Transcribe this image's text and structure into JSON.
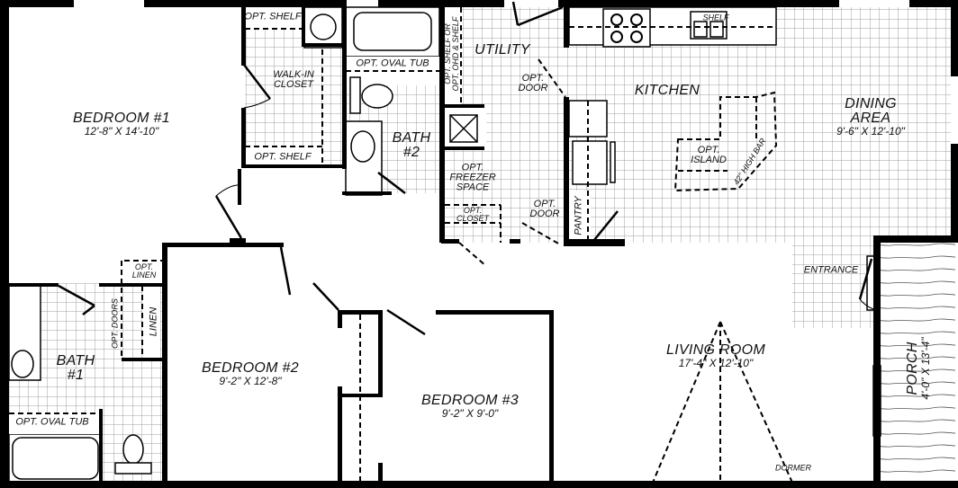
{
  "floor_plan": {
    "colors": {
      "wall": "#000000",
      "grid": "#9a9a9a",
      "background": "#ffffff",
      "text": "#111111"
    },
    "rooms": [
      {
        "id": "bedroom1",
        "name": "BEDROOM #1",
        "dims": "12'-8\" X 14'-10\""
      },
      {
        "id": "bedroom2",
        "name": "BEDROOM #2",
        "dims": "9'-2\" X 12'-8\""
      },
      {
        "id": "bedroom3",
        "name": "BEDROOM #3",
        "dims": "9'-2\" X 9'-0\""
      },
      {
        "id": "bath1",
        "name": "BATH",
        "name2": "#1"
      },
      {
        "id": "bath2",
        "name": "BATH",
        "name2": "#2"
      },
      {
        "id": "utility",
        "name": "UTILITY"
      },
      {
        "id": "kitchen",
        "name": "KITCHEN"
      },
      {
        "id": "dining",
        "name": "DINING",
        "name2": "AREA",
        "dims": "9'-6\" X 12'-10\""
      },
      {
        "id": "living",
        "name": "LIVING ROOM",
        "dims": "17'-4\" X 12'-10\""
      },
      {
        "id": "porch",
        "name": "PORCH",
        "dims": "4'-0\" X 13'-4\""
      }
    ],
    "annotations": {
      "walkin_closet_1": "WALK-IN",
      "walkin_closet_2": "CLOSET",
      "opt_shelf_top": "OPT. SHELF",
      "opt_shelf_bottom": "OPT. SHELF",
      "opt_oval_tub_bath2": "OPT. OVAL TUB",
      "opt_oval_tub_bath1": "OPT. OVAL TUB",
      "opt_shelf_or_ohd_1": "OPT. SHELF OR",
      "opt_shelf_or_ohd_2": "OPT. OHD & SHELF",
      "opt_door_utility_1": "OPT.",
      "opt_door_utility_2": "DOOR",
      "opt_freezer_1": "OPT.",
      "opt_freezer_2": "FREEZER",
      "opt_freezer_3": "SPACE",
      "opt_closet_1": "OPT.",
      "opt_closet_2": "CLOSET",
      "opt_door_hall_1": "OPT.",
      "opt_door_hall_2": "DOOR",
      "pantry": "PANTRY",
      "shelf": "SHELF",
      "opt_island_1": "OPT.",
      "opt_island_2": "ISLAND",
      "high_bar": "42\" HIGH BAR",
      "entrance": "ENTRANCE",
      "dormer": "DORMER",
      "opt_linen_1": "OPT.",
      "opt_linen_2": "LINEN",
      "linen": "LINEN",
      "opt_doors": "OPT. DOORS"
    }
  }
}
